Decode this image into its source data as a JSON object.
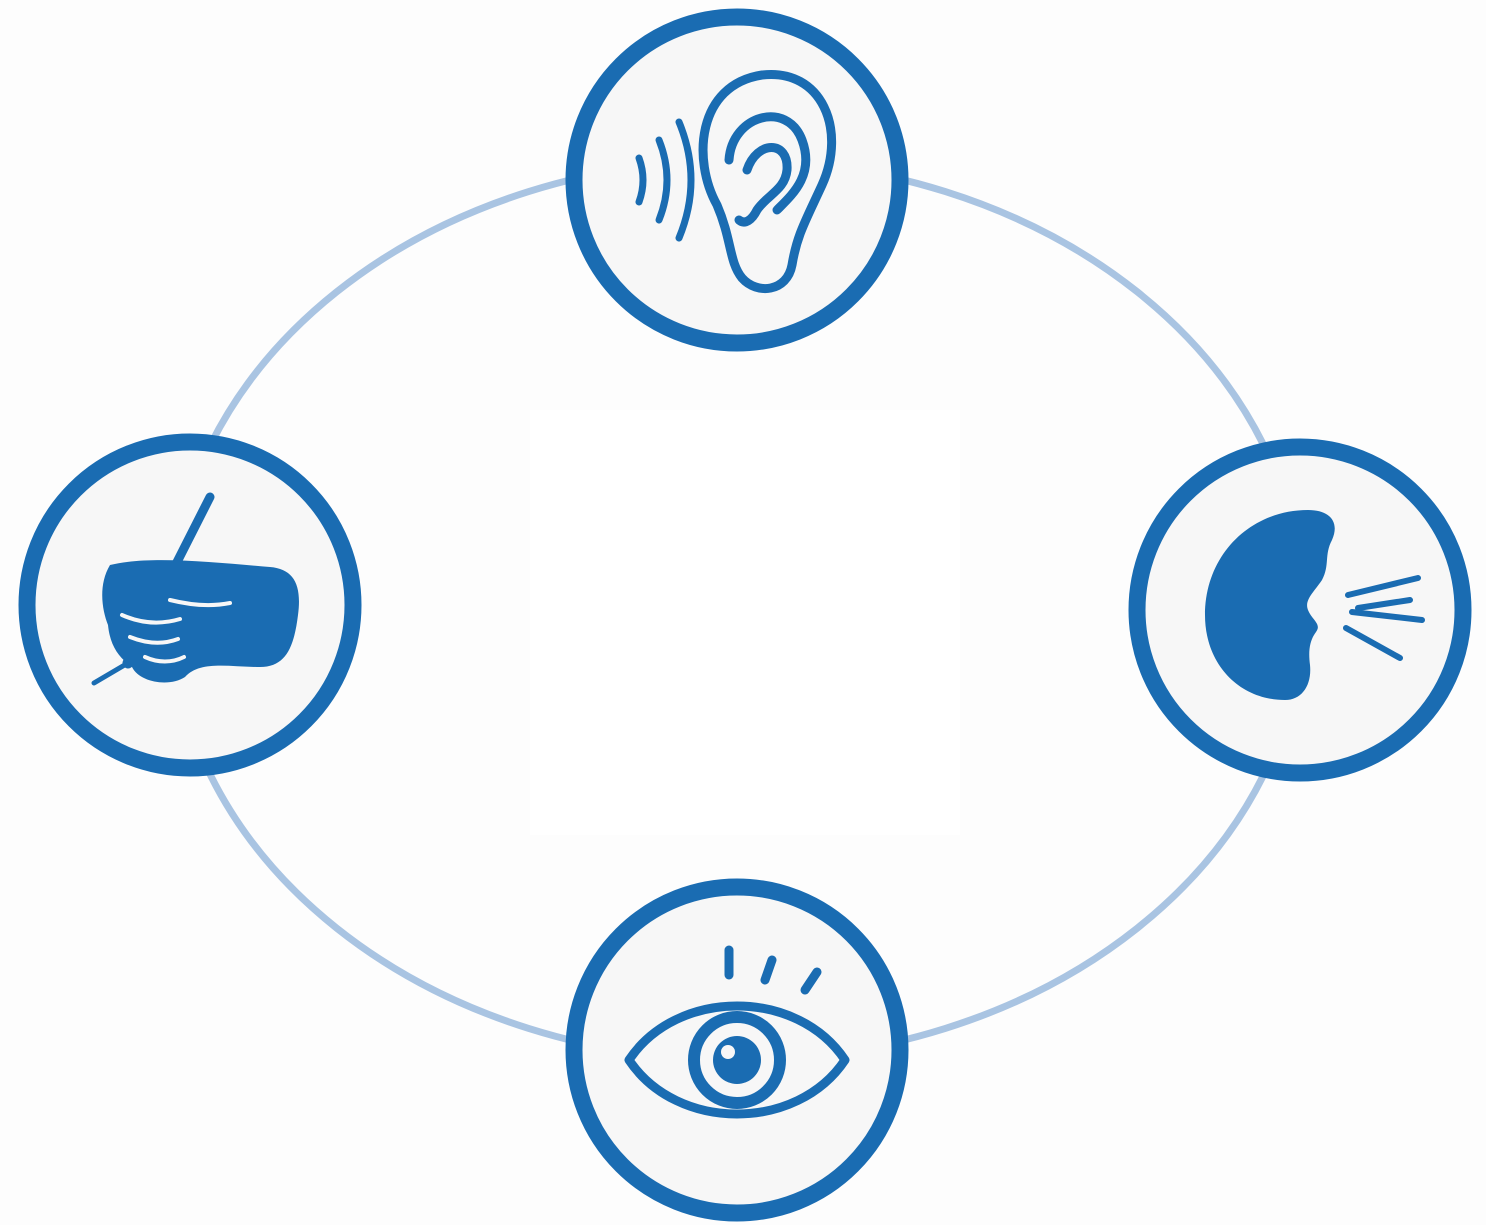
{
  "colors": {
    "background": "#fdfdfd",
    "ring": "#a9c4e2",
    "badge_border": "#1a6cb2",
    "badge_fill": "#f7f7f7",
    "icon": "#1a6cb2",
    "center_panel": "#ffffff"
  },
  "nodes": [
    {
      "id": "listening",
      "icon": "ear-with-sound-waves-icon",
      "position": "top"
    },
    {
      "id": "speaking",
      "icon": "speaking-head-icon",
      "position": "right"
    },
    {
      "id": "reading",
      "icon": "eye-icon",
      "position": "bottom"
    },
    {
      "id": "writing",
      "icon": "hand-writing-with-pen-icon",
      "position": "left"
    }
  ]
}
